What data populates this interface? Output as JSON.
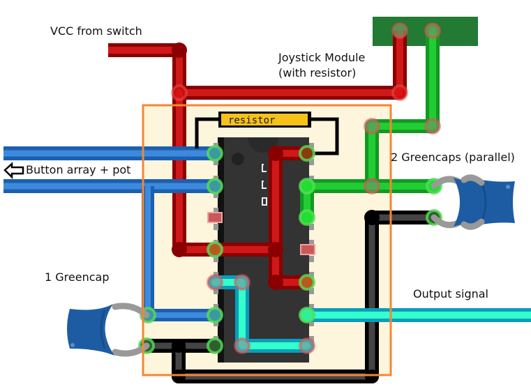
{
  "labels": {
    "vcc": "VCC from switch",
    "joystick_line1": "Joystick Module",
    "joystick_line2": "(with resistor)",
    "button_array": "Button array + pot",
    "greencaps_parallel": "2 Greencaps (parallel)",
    "one_greencap": "1 Greencap",
    "output_signal": "Output signal",
    "resistor": "resistor"
  },
  "icons": {
    "button_array_arrow": "left-arrow-outline-icon"
  },
  "colors": {
    "background": "#ffffff",
    "breadboard": "#fdf5dc",
    "board_outline": "#f58634",
    "ic_body": "#333333",
    "ic_outline": "#111111",
    "vcc_wire": "#d01818",
    "vcc_wire_edge": "#8a0000",
    "green_wire": "#22cc33",
    "green_wire_edge": "#129922",
    "blue_wire": "#3d8adc",
    "blue_wire_edge": "#1c5fb0",
    "cyan_wire": "#33ffcc",
    "cyan_wire_edge": "#0b9dbb",
    "ground_wire": "#444444",
    "ground_wire_edge": "#000000",
    "joystick_module": "#227a33",
    "resistor_fill": "#f6c21a",
    "capacitor": "#1d5ca3",
    "cap_lead": "#999999"
  }
}
